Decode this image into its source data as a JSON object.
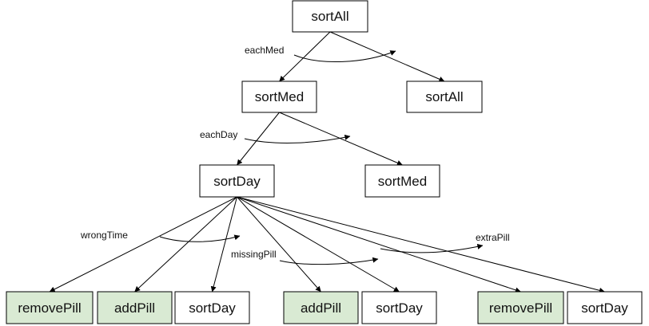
{
  "colors": {
    "plain_fill": "#ffffff",
    "highlight_fill": "#d9ead3",
    "stroke": "#000000"
  },
  "nodes": [
    {
      "id": "n0",
      "label": "sortAll",
      "highlight": false
    },
    {
      "id": "n1",
      "label": "sortMed",
      "highlight": false
    },
    {
      "id": "n2",
      "label": "sortAll",
      "highlight": false
    },
    {
      "id": "n3",
      "label": "sortDay",
      "highlight": false
    },
    {
      "id": "n4",
      "label": "sortMed",
      "highlight": false
    },
    {
      "id": "n5",
      "label": "removePill",
      "highlight": true
    },
    {
      "id": "n6",
      "label": "addPill",
      "highlight": true
    },
    {
      "id": "n7",
      "label": "sortDay",
      "highlight": false
    },
    {
      "id": "n8",
      "label": "addPill",
      "highlight": true
    },
    {
      "id": "n9",
      "label": "sortDay",
      "highlight": false
    },
    {
      "id": "n10",
      "label": "removePill",
      "highlight": true
    },
    {
      "id": "n11",
      "label": "sortDay",
      "highlight": false
    }
  ],
  "edges": [
    {
      "from": "n0",
      "to": "n1"
    },
    {
      "from": "n0",
      "to": "n2"
    },
    {
      "from": "n1",
      "to": "n3"
    },
    {
      "from": "n1",
      "to": "n4"
    },
    {
      "from": "n3",
      "to": "n5"
    },
    {
      "from": "n3",
      "to": "n6"
    },
    {
      "from": "n3",
      "to": "n7"
    },
    {
      "from": "n3",
      "to": "n8"
    },
    {
      "from": "n3",
      "to": "n9"
    },
    {
      "from": "n3",
      "to": "n10"
    },
    {
      "from": "n3",
      "to": "n11"
    }
  ],
  "iteration_labels": [
    "eachMed",
    "eachDay",
    "wrongTime",
    "missingPill",
    "extraPill"
  ]
}
